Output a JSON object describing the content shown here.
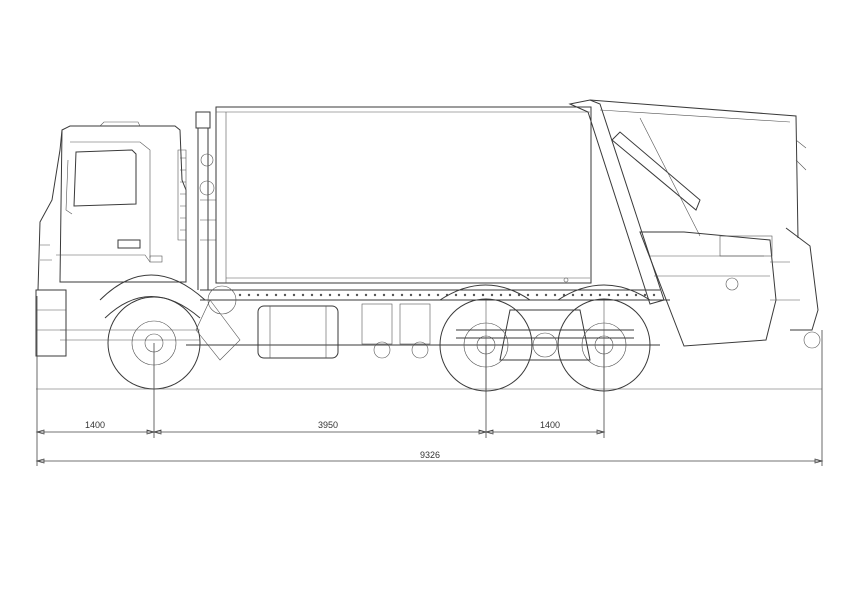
{
  "dimensions": {
    "front_overhang": "1400",
    "wheelbase": "3950",
    "rear_axle_spacing": "1400",
    "overall_length": "9326"
  }
}
